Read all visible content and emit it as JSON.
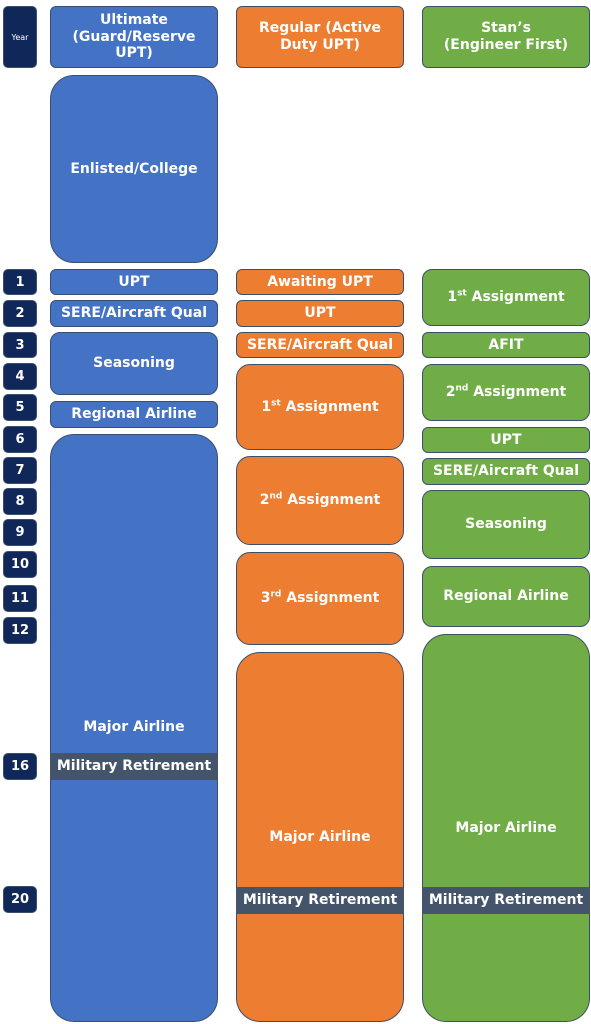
{
  "year_header": "Year",
  "years": [
    "1",
    "2",
    "3",
    "4",
    "5",
    "6",
    "7",
    "8",
    "9",
    "10",
    "11",
    "12",
    "16",
    "20"
  ],
  "columns": {
    "ultimate": {
      "header": "Ultimate (Guard/Reserve UPT)",
      "items": {
        "enlisted": "Enlisted/College",
        "upt": "UPT",
        "sere": "SERE/Aircraft Qual",
        "seasoning": "Seasoning",
        "regional": "Regional Airline",
        "major": "Major Airline",
        "retirement": "Military Retirement"
      }
    },
    "regular": {
      "header": "Regular (Active Duty UPT)",
      "items": {
        "awaiting": "Awaiting UPT",
        "upt": "UPT",
        "sere": "SERE/Aircraft Qual",
        "a1_num": "1",
        "a1_sup": "st",
        "a1_text": " Assignment",
        "a2_num": "2",
        "a2_sup": "nd",
        "a2_text": " Assignment",
        "a3_num": "3",
        "a3_sup": "rd",
        "a3_text": " Assignment",
        "major": "Major Airline",
        "retirement": "Military Retirement"
      }
    },
    "stans": {
      "header": "Stan’s (Engineer First)",
      "items": {
        "a1_num": "1",
        "a1_sup": "st",
        "a1_text": " Assignment",
        "afit": "AFIT",
        "a2_num": "2",
        "a2_sup": "nd",
        "a2_text": " Assignment",
        "upt": "UPT",
        "sere": "SERE/Aircraft Qual",
        "seasoning": "Seasoning",
        "regional": "Regional Airline",
        "major": "Major Airline",
        "retirement": "Military Retirement"
      }
    }
  },
  "colors": {
    "ultimate": "#4472c4",
    "regular": "#ed7d31",
    "stans": "#70ad47",
    "retirement": "#44546a",
    "year_marker": "#10275a"
  }
}
